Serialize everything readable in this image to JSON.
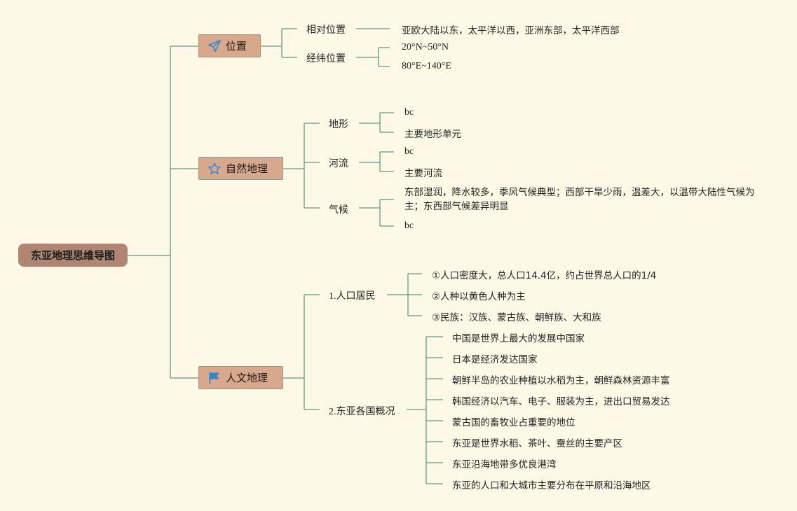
{
  "root": {
    "title": "东亚地理思维导图"
  },
  "location": {
    "label": "位置",
    "icon": "paper-plane-icon",
    "relative": {
      "label": "相对位置",
      "value": "亚欧大陆以东，太平洋以西，亚洲东部，太平洋西部"
    },
    "latlon": {
      "label": "经纬位置",
      "lat": "20°N~50°N",
      "lon": "80°E~140°E"
    }
  },
  "physical": {
    "label": "自然地理",
    "icon": "star-icon",
    "terrain": {
      "label": "地形",
      "items": [
        "bc",
        "主要地形单元"
      ]
    },
    "rivers": {
      "label": "河流",
      "items": [
        "bc",
        "主要河流"
      ]
    },
    "climate": {
      "label": "气候",
      "items": [
        "东部湿润，降水较多，季风气候典型；西部干旱少雨，温差大，以温带大陆性气候为主；东西部气候差异明显",
        "bc"
      ]
    }
  },
  "human": {
    "label": "人文地理",
    "icon": "flag-icon",
    "population": {
      "label": "1.人口居民",
      "items": [
        "①人口密度大，总人口14.4亿，约占世界总人口的1/4",
        "②人种以黄色人种为主",
        "③民族：汉族、蒙古族、朝鲜族、大和族"
      ]
    },
    "countries": {
      "label": "2.东亚各国概况",
      "items": [
        "中国是世界上最大的发展中国家",
        "日本是经济发达国家",
        "朝鲜半岛的农业种植以水稻为主，朝鲜森林资源丰富",
        "韩国经济以汽车、电子、服装为主，进出口贸易发达",
        "蒙古国的畜牧业占重要的地位",
        "东亚是世界水稻、茶叶、蚕丝的主要产区",
        "东亚沿海地带多优良港湾",
        "东亚的人口和大城市主要分布在平原和沿海地区"
      ]
    }
  },
  "colors": {
    "background": "#fdf9e6",
    "root_fill": "#b08672",
    "main_fill": "#d8a88d",
    "connector": "#5f9a88",
    "icon_blue": "#2f86c9"
  }
}
